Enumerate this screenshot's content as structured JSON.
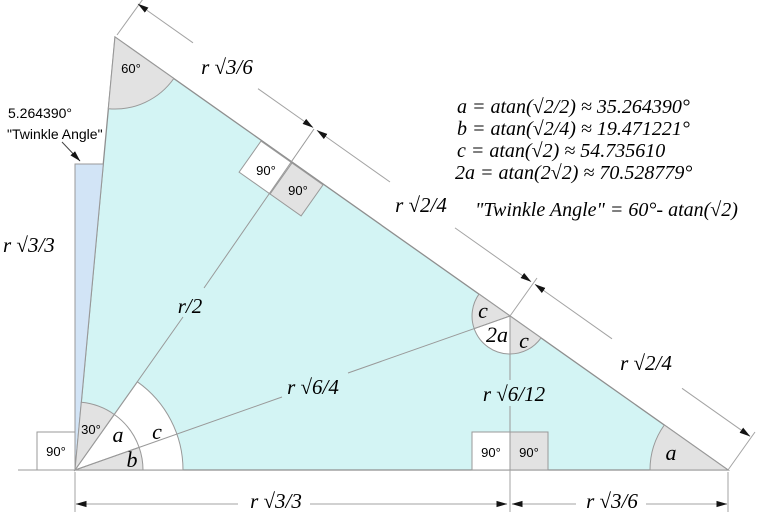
{
  "equations": {
    "a": "a = atan(√2/2) ≈ 35.264390°",
    "b": "b = atan(√2/4) ≈ 19.471221°",
    "c": "c = atan(√2) ≈ 54.735610",
    "two_a": "2a = atan(2√2) ≈ 70.528779°",
    "twinkle": "\"Twinkle Angle\" = 60°- atan(√2)"
  },
  "callout": {
    "value": "5.264390°",
    "name": "\"Twinkle Angle\""
  },
  "lengths": {
    "left_height": "r √3/3",
    "hyp_top": "r √3/6",
    "hyp_mid": "r √2/4",
    "hyp_bottom": "r √2/4",
    "median": "r/2",
    "cevian": "r √6/4",
    "altitude": "r √6/12",
    "base_left": "r √3/3",
    "base_right": "r √3/6"
  },
  "angles": {
    "apex": "60°",
    "left_outer_right_angle": "90°",
    "left_30": "30°",
    "left_a": "a",
    "left_b": "b",
    "left_c": "c",
    "perp_foot_upper": "90°",
    "perp_foot_lower": "90°",
    "p2_c_upper": "c",
    "p2_2a": "2a",
    "p2_c_lower": "c",
    "base_foot_left": "90°",
    "base_foot_right": "90°",
    "right_a": "a"
  },
  "colors": {
    "triangle_fill": "#d3f4f4",
    "sliver_fill": "#d2e4f6",
    "sector_fill": "#e2e2e2",
    "line": "#999999"
  }
}
